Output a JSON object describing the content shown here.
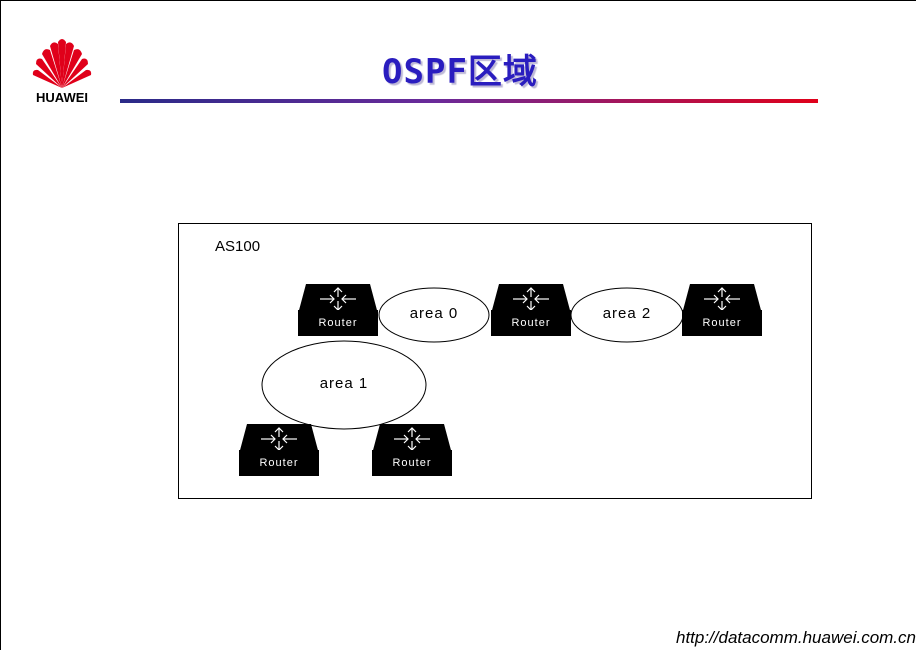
{
  "header": {
    "logo_text": "HUAWEI",
    "title": "OSPF区域"
  },
  "diagram": {
    "as_label": "AS100",
    "areas": [
      {
        "label": "area 0"
      },
      {
        "label": "area 2"
      },
      {
        "label": "area 1"
      }
    ],
    "routers": [
      {
        "label": "Router"
      },
      {
        "label": "Router"
      },
      {
        "label": "Router"
      },
      {
        "label": "Router"
      },
      {
        "label": "Router"
      }
    ],
    "router_icon": "router-icon"
  },
  "footer": {
    "url": "http://datacomm.huawei.com.cn"
  },
  "colors": {
    "title": "#2a1dbf",
    "rule_start": "#2a2a88",
    "rule_end": "#e0001a",
    "logo": "#e0001a"
  }
}
